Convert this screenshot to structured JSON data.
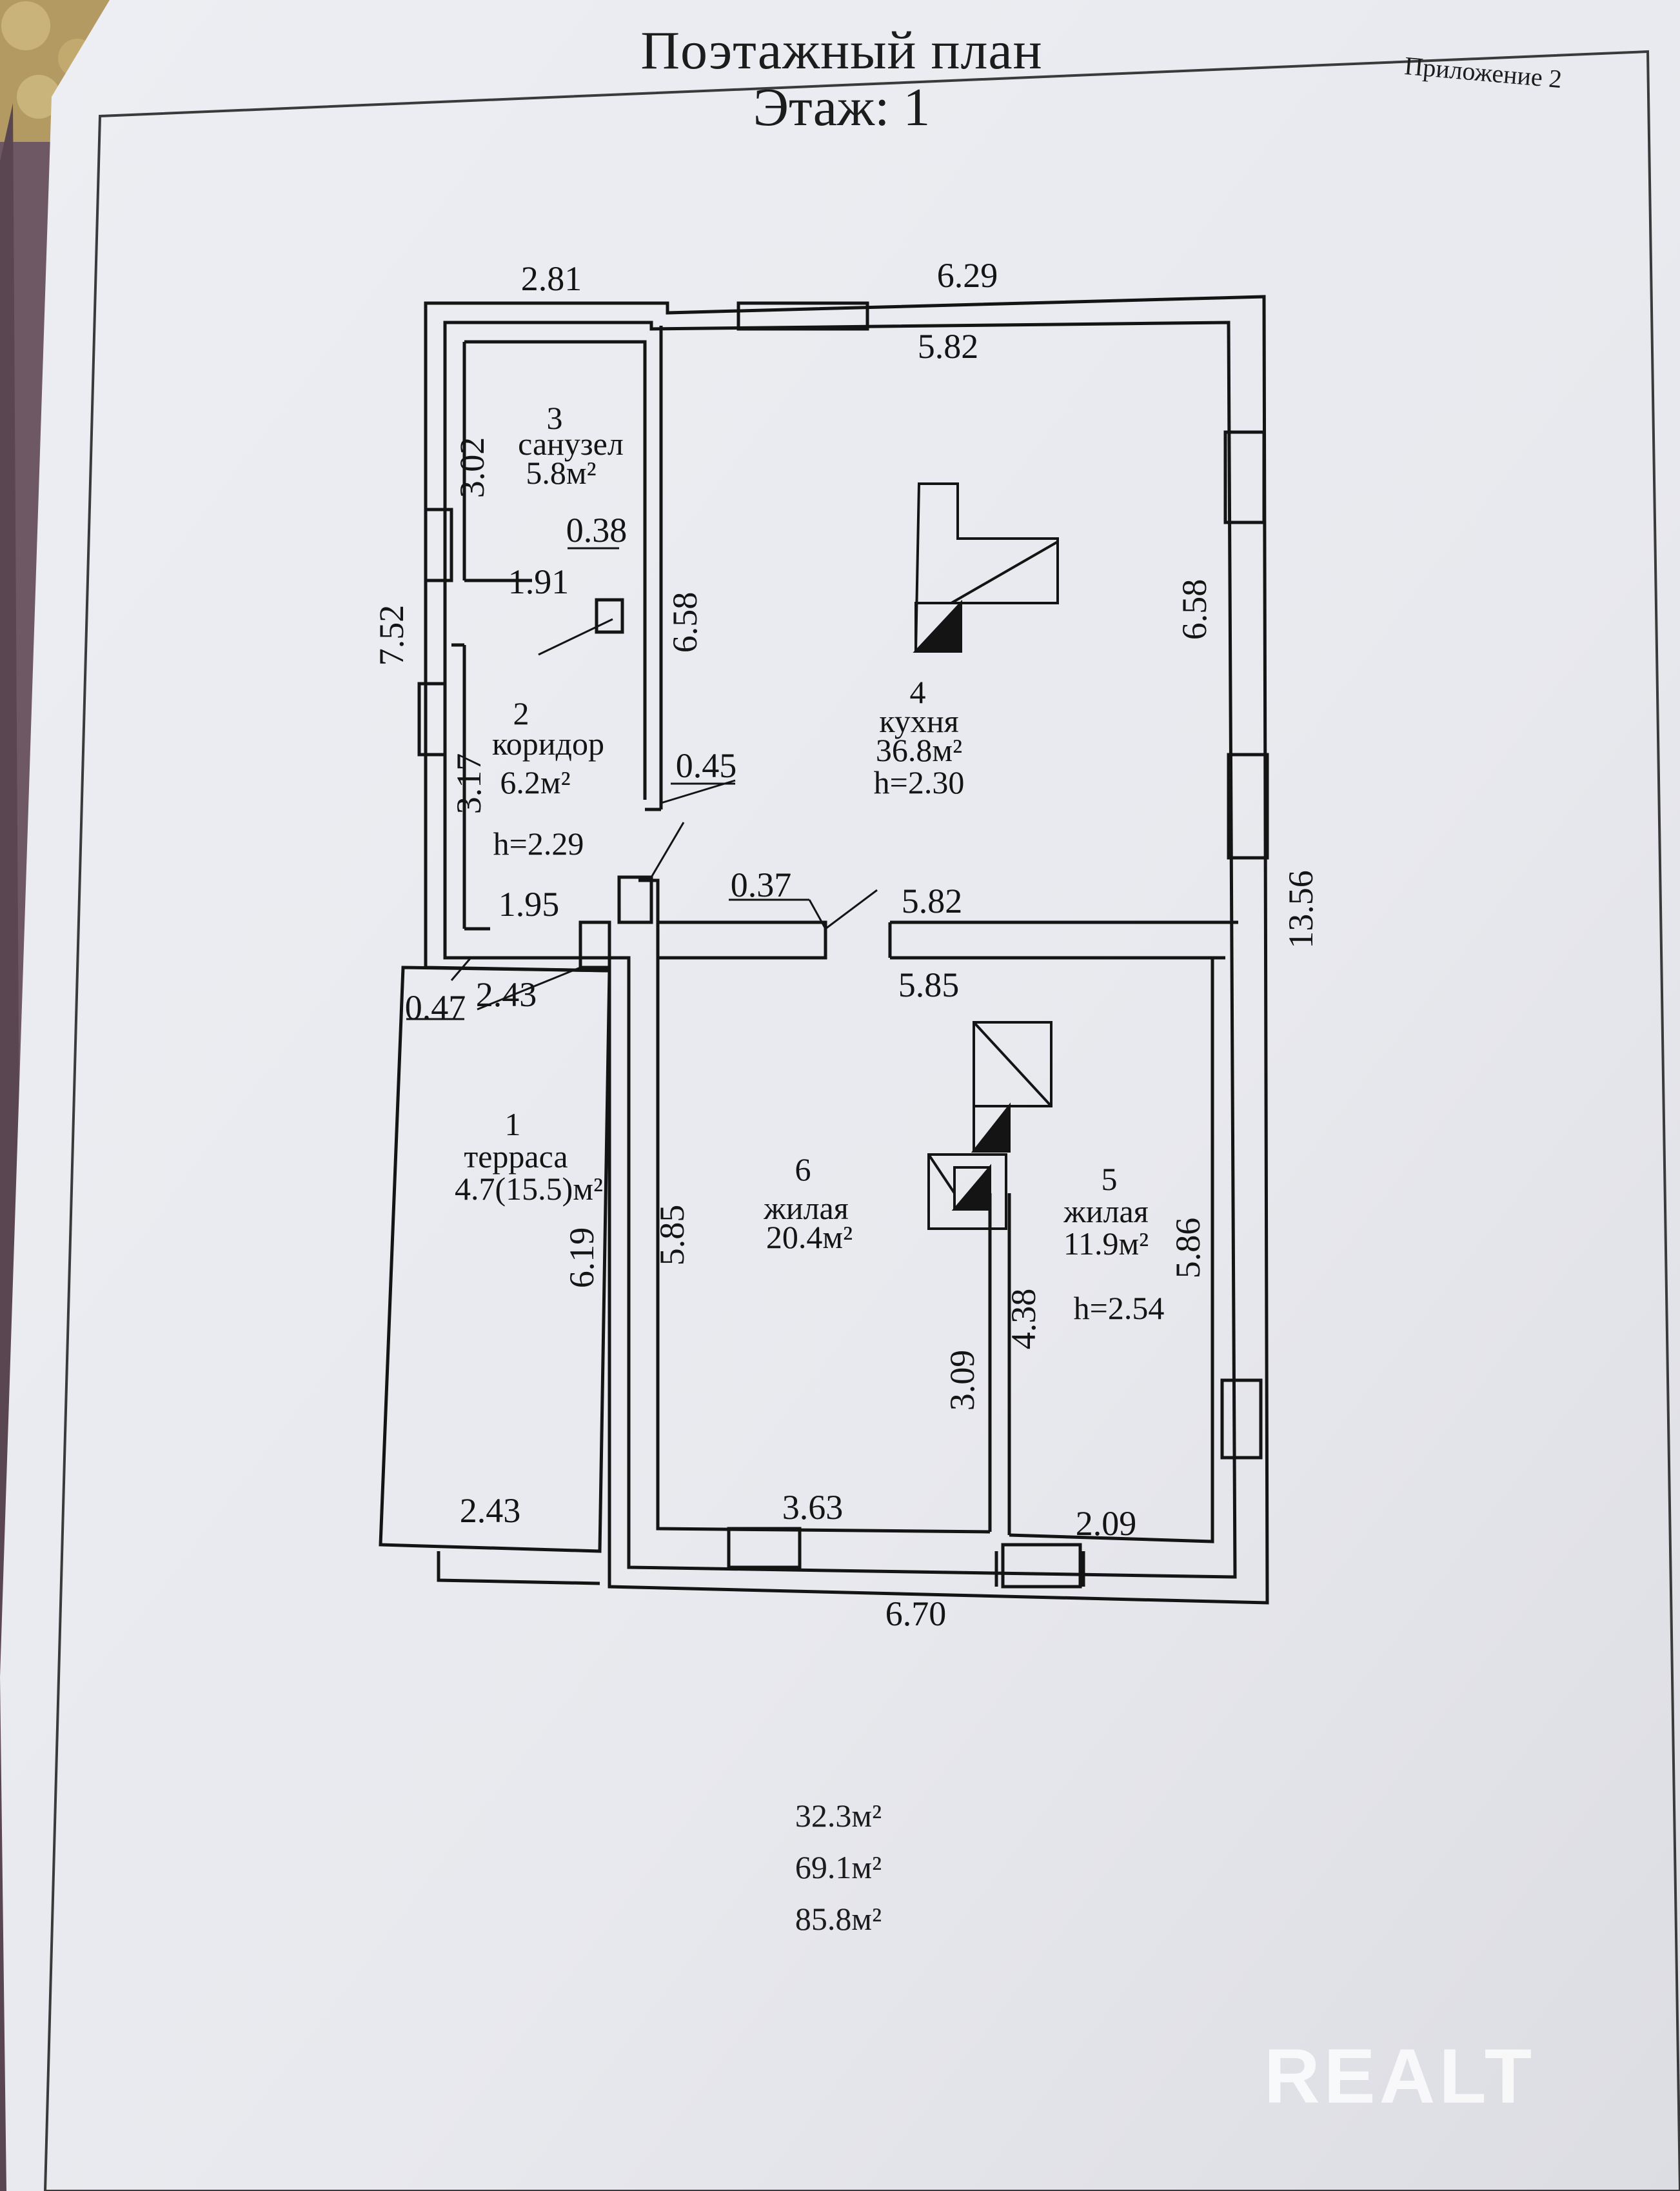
{
  "header": {
    "title": "Поэтажный план",
    "subtitle": "Этаж: 1",
    "appendix": "Приложение 2"
  },
  "rooms": [
    {
      "number": "3",
      "name": "санузел",
      "area": "5.8м²"
    },
    {
      "number": "2",
      "name": "коридор",
      "area": "6.2м²",
      "height": "h=2.29"
    },
    {
      "number": "4",
      "name": "кухня",
      "area": "36.8м²",
      "height": "h=2.30"
    },
    {
      "number": "1",
      "name": "терраса",
      "area": "4.7(15.5)м²"
    },
    {
      "number": "6",
      "name": "жилая",
      "area": "20.4м²"
    },
    {
      "number": "5",
      "name": "жилая",
      "area": "11.9м²",
      "height": "h=2.54"
    }
  ],
  "dimensions": {
    "top_left_width": "2.81",
    "top_right_width": "6.29",
    "kitchen_inner_width": "5.82",
    "bath_height": "3.02",
    "bath_door": "0.38",
    "corridor_upper_width": "1.91",
    "left_wall_upper": "7.52",
    "kitchen_left_height": "6.58",
    "kitchen_right_height": "6.58",
    "corridor_door": "0.45",
    "corridor_height": "3.17",
    "corridor_lower_width": "1.95",
    "kitchen_door": "0.37",
    "kitchen_bottom_width": "5.82",
    "right_total": "13.56",
    "room5_top_width": "5.85",
    "terrace_door": "0.47",
    "terrace_top_width": "2.43",
    "terrace_height": "6.19",
    "room6_left_height": "5.85",
    "room5_right_height": "5.86",
    "partition_height": "4.38",
    "room6_lower_height": "3.09",
    "terrace_bottom_width": "2.43",
    "room6_bottom_width": "3.63",
    "room5_bottom_width": "2.09",
    "bottom_total": "6.70"
  },
  "totals": {
    "living_area": "32.3м²",
    "total_area": "69.1м²",
    "full_area": "85.8м²"
  },
  "watermark": "REALT",
  "colors": {
    "paper": "#e9eaef",
    "ink": "#141414",
    "background": "#6b5660"
  }
}
